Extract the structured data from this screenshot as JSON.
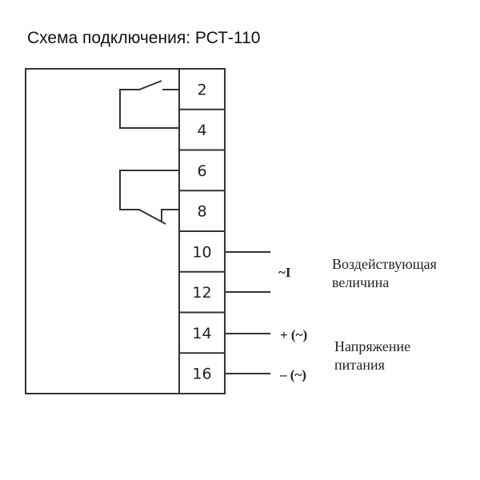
{
  "title": "Схема подключения: РСТ-110",
  "terminals": [
    "2",
    "4",
    "6",
    "8",
    "10",
    "12",
    "14",
    "16"
  ],
  "signal": {
    "symbol": "~I",
    "label_line1": "Воздействующая",
    "label_line2": "величина"
  },
  "power": {
    "plus": "+ (~)",
    "minus": "– (~)",
    "label_line1": "Напряжение",
    "label_line2": "питания"
  }
}
